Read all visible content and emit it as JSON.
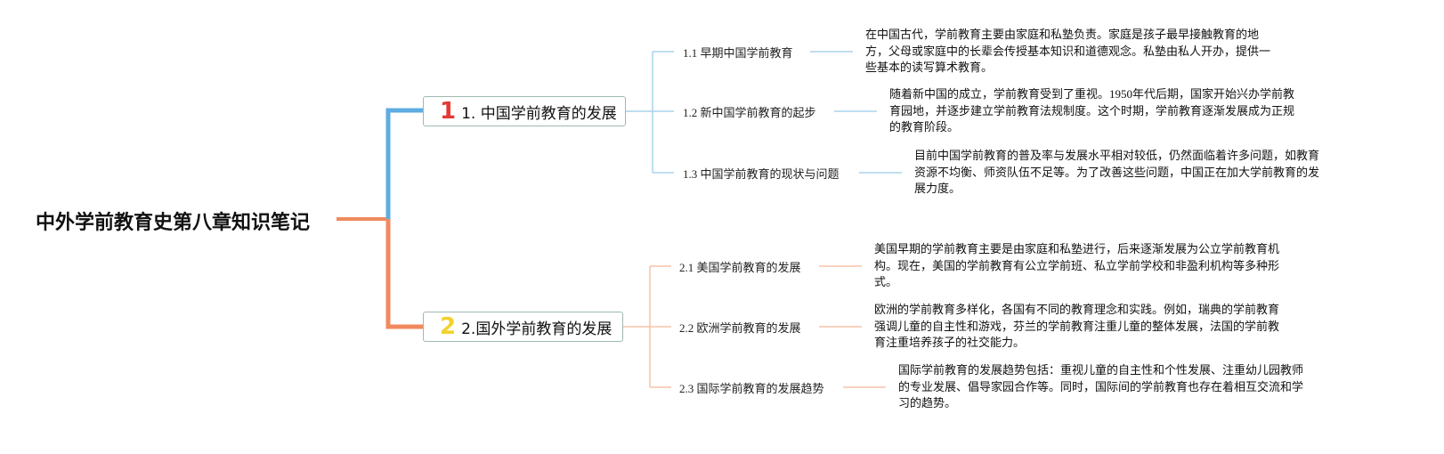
{
  "root": {
    "title": "中外学前教育史第八章知识笔记"
  },
  "colors": {
    "branch1": "#5dade2",
    "branch2": "#f08a5d",
    "branch1_number": "#e53935",
    "branch2_number": "#f2d230",
    "sub1_line": "#a9d3ec",
    "sub2_line": "#f6c3a8"
  },
  "branches": [
    {
      "number": "1",
      "label": "1. 中国学前教育的发展",
      "children": [
        {
          "label": "1.1 早期中国学前教育",
          "note": [
            "在中国古代，学前教育主要由家庭和私塾负责。家庭是孩子最早接触教育的地",
            "方，父母或家庭中的长辈会传授基本知识和道德观念。私塾由私人开办，提供一",
            "些基本的读写算术教育。"
          ]
        },
        {
          "label": "1.2 新中国学前教育的起步",
          "note": [
            "随着新中国的成立，学前教育受到了重视。1950年代后期，国家开始兴办学前教",
            "育园地，并逐步建立学前教育法规制度。这个时期，学前教育逐渐发展成为正规",
            "的教育阶段。"
          ]
        },
        {
          "label": "1.3 中国学前教育的现状与问题",
          "note": [
            "目前中国学前教育的普及率与发展水平相对较低，仍然面临着许多问题，如教育",
            "资源不均衡、师资队伍不足等。为了改善这些问题，中国正在加大学前教育的发",
            "展力度。"
          ]
        }
      ]
    },
    {
      "number": "2",
      "label": "2.国外学前教育的发展",
      "children": [
        {
          "label": "2.1 美国学前教育的发展",
          "note": [
            "美国早期的学前教育主要是由家庭和私塾进行，后来逐渐发展为公立学前教育机",
            "构。现在，美国的学前教育有公立学前班、私立学前学校和非盈利机构等多种形",
            "式。"
          ]
        },
        {
          "label": "2.2 欧洲学前教育的发展",
          "note": [
            "欧洲的学前教育多样化，各国有不同的教育理念和实践。例如，瑞典的学前教育",
            "强调儿童的自主性和游戏，芬兰的学前教育注重儿童的整体发展，法国的学前教",
            "育注重培养孩子的社交能力。"
          ]
        },
        {
          "label": "2.3 国际学前教育的发展趋势",
          "note": [
            "国际学前教育的发展趋势包括：重视儿童的自主性和个性发展、注重幼儿园教师",
            "的专业发展、倡导家园合作等。同时，国际间的学前教育也存在着相互交流和学",
            "习的趋势。"
          ]
        }
      ]
    }
  ]
}
